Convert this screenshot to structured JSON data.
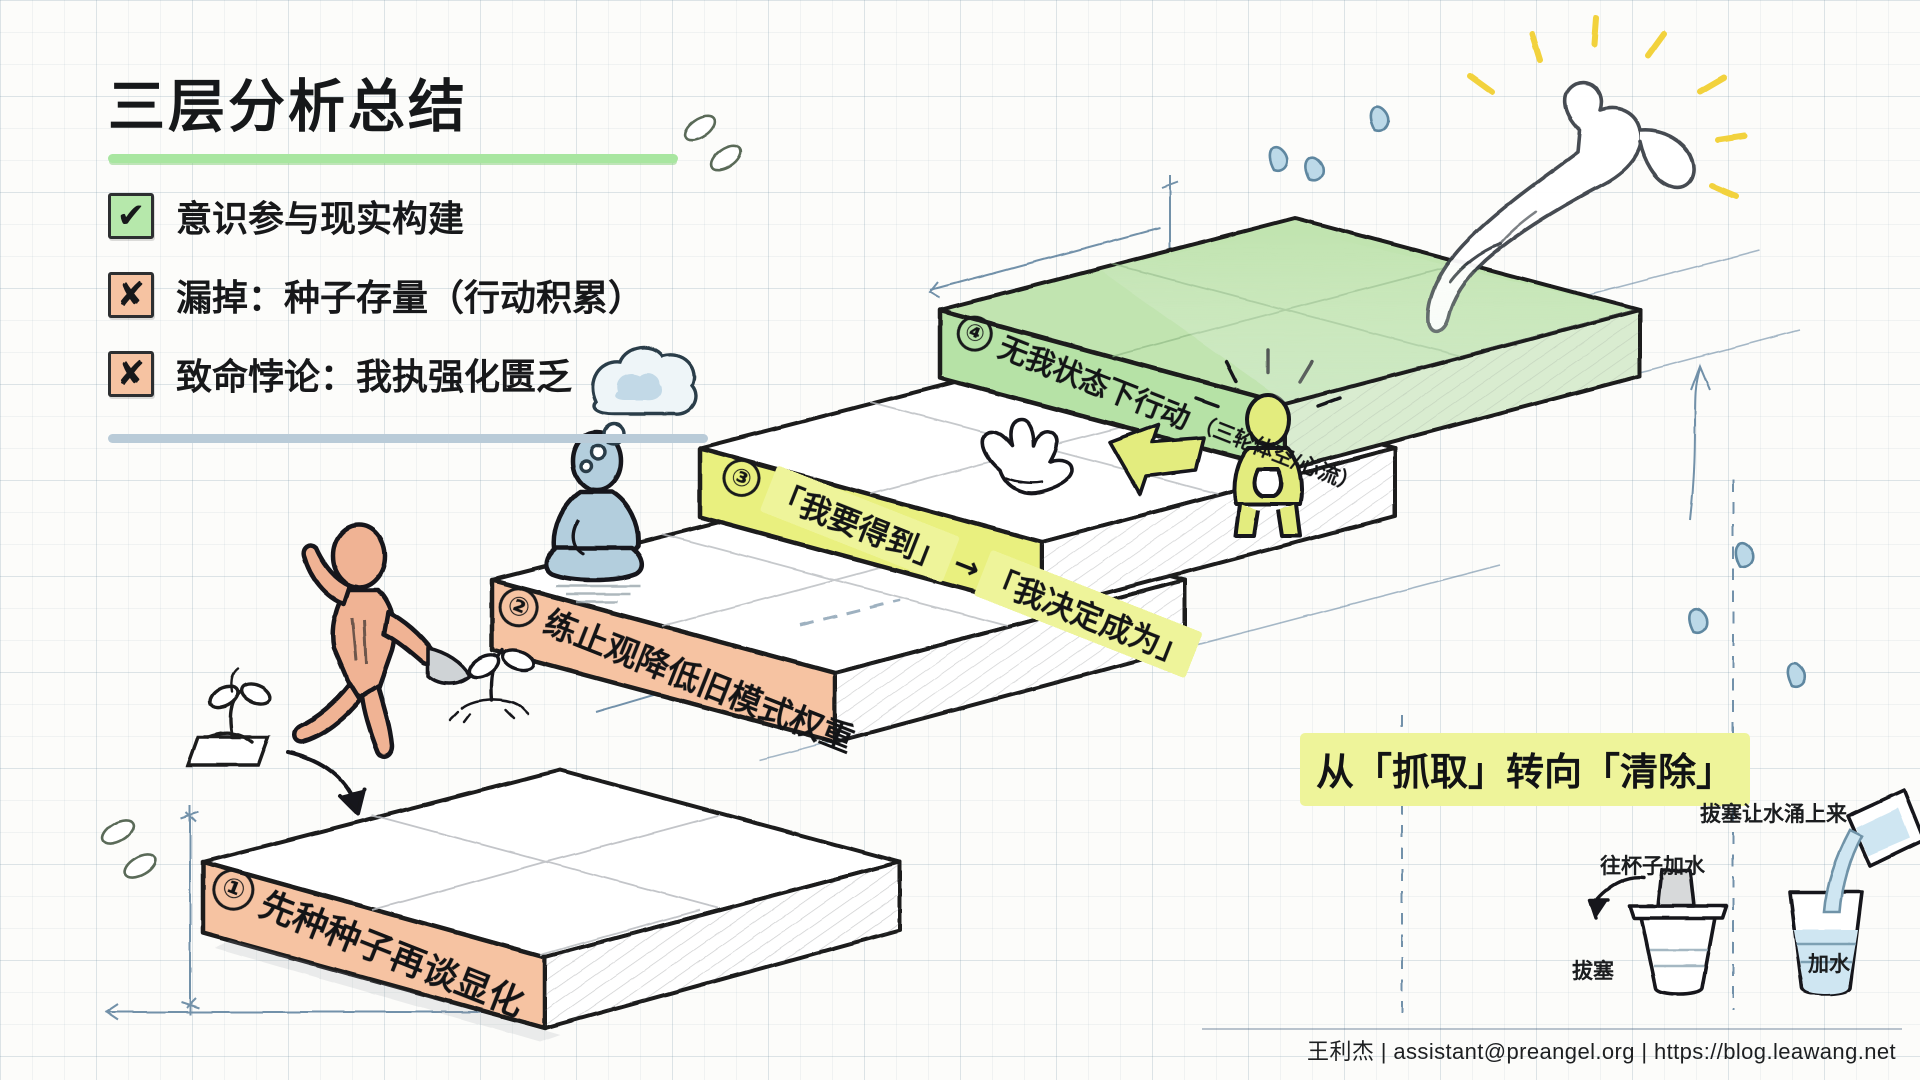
{
  "header": {
    "title": "三层分析总结",
    "checklist": [
      {
        "mark": "✔",
        "status": "ok",
        "text": "意识参与现实构建"
      },
      {
        "mark": "✘",
        "status": "no",
        "text": "漏掉：种子存量（行动积累）"
      },
      {
        "mark": "✘",
        "status": "no",
        "text": "致命悖论：我执强化匮乏"
      }
    ]
  },
  "steps": [
    {
      "number": "①",
      "label": "先种种子再谈显化",
      "color": "#f6c3a2",
      "note": ""
    },
    {
      "number": "②",
      "label": "练止观降低旧模式权重",
      "color": "#f6c3a2",
      "note": ""
    },
    {
      "number": "③",
      "label_a": "「我要得到」",
      "arrow": "→",
      "label_b": "「我决定成为」",
      "color": "#e9f07f",
      "note": ""
    },
    {
      "number": "④",
      "label": "无我状态下行动",
      "note": "（三轮体空/心流）",
      "color": "#b6e2a6"
    }
  ],
  "callout": {
    "text": "从「抓取」转向「清除」",
    "highlight": "#eef49a"
  },
  "cup_diagram": {
    "top_label": "拔塞让水涌上来",
    "mid_label": "往杯子加水",
    "plug_label": "拔塞",
    "water_label": "加水"
  },
  "footer": {
    "text": "王利杰 | assistant@preangel.org | https://blog.leawang.net"
  },
  "colors": {
    "green_rule": "#a8e6a0",
    "blue_rule": "#b9cbd8",
    "orange_face": "#f6c3a2",
    "yellow_face": "#e9f07f",
    "green_face": "#b6e2a6",
    "ink": "#17181a",
    "figure_orange": "#f0b394",
    "figure_blue": "#b3cedd"
  }
}
